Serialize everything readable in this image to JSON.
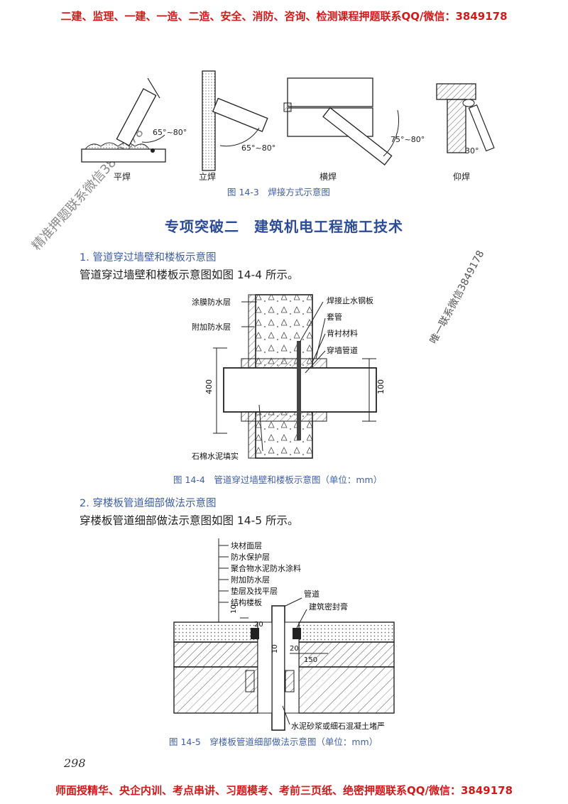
{
  "banner_top": "二建、监理、一建、一造、二造、安全、消防、咨询、检测课程押题联系QQ/微信：3849178",
  "banner_bottom": "师面授精华、央企内训、考点串讲、习题模考、考前三页纸、绝密押题联系QQ/微信：3849178",
  "watermark_left": "精准押题联系微信3849178",
  "watermark_right": "唯一联系微信3849178",
  "figure_14_3": {
    "angle_1": "65°~80°",
    "angle_2": "65°~80°",
    "angle_3": "75°~80°",
    "angle_4": "30°",
    "label_1": "平焊",
    "label_2": "立焊",
    "label_3": "横焊",
    "label_4": "仰焊",
    "caption": "图 14-3　焊接方式示意图"
  },
  "section_title": "专项突破二　建筑机电工程施工技术",
  "sub1": {
    "heading": "1. 管道穿过墙壁和楼板示意图",
    "text": "管道穿过墙壁和楼板示意图如图 14-4 所示。"
  },
  "figure_14_4": {
    "labels_left": [
      "涂膜防水层",
      "附加防水层"
    ],
    "labels_right": [
      "焊接止水钢板",
      "套管",
      "背衬材料",
      "穿墙管道"
    ],
    "label_bottom": "石棉水泥填实",
    "dim_left": "400",
    "dim_right": "100",
    "caption": "图 14-4　管道穿过墙壁和楼板示意图（单位：mm）"
  },
  "sub2": {
    "heading": "2. 穿楼板管道细部做法示意图",
    "text": "穿楼板管道细部做法示意图如图 14-5 所示。"
  },
  "figure_14_5": {
    "layers": [
      "块材面层",
      "防水保护层",
      "聚合物水泥防水涂料",
      "附加防水层",
      "垫层及找平层",
      "结构楼板"
    ],
    "label_pipe": "管道",
    "label_sealant": "建筑密封膏",
    "label_bottom": "水泥砂浆或细石混凝土堵严",
    "dim_10a": "10",
    "dim_20a": "20",
    "dim_10b": "10",
    "dim_20b": "20",
    "dim_150": "150",
    "caption": "图 14-5　穿楼板管道细部做法示意图（单位：mm）"
  },
  "page_number": "298"
}
